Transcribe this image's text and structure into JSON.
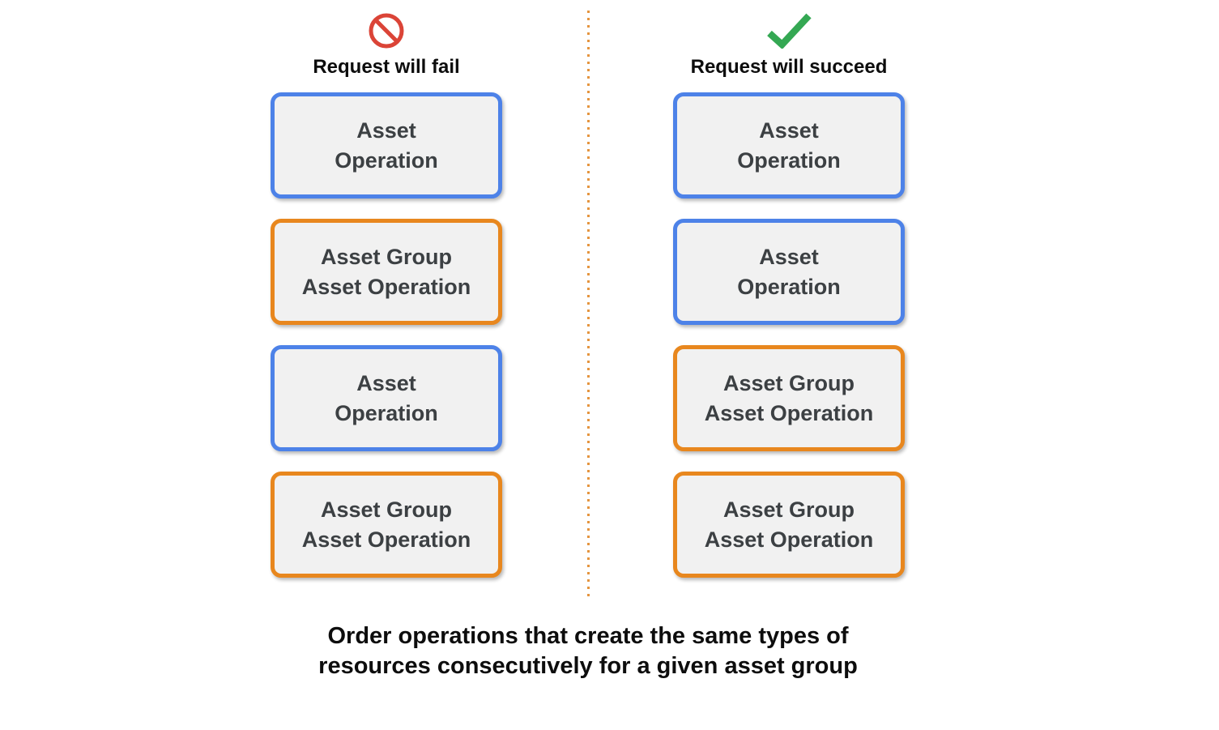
{
  "caption": "Order operations that create the same types of\nresources consecutively for a given asset group",
  "columns": [
    {
      "title": "Request will fail",
      "icon": "prohibition-icon",
      "boxes": [
        {
          "label": "Asset\nOperation",
          "type": "asset"
        },
        {
          "label": "Asset Group\nAsset Operation",
          "type": "asset-group"
        },
        {
          "label": "Asset\nOperation",
          "type": "asset"
        },
        {
          "label": "Asset Group\nAsset Operation",
          "type": "asset-group"
        }
      ]
    },
    {
      "title": "Request will succeed",
      "icon": "check-icon",
      "boxes": [
        {
          "label": "Asset\nOperation",
          "type": "asset"
        },
        {
          "label": "Asset\nOperation",
          "type": "asset"
        },
        {
          "label": "Asset Group\nAsset Operation",
          "type": "asset-group"
        },
        {
          "label": "Asset Group\nAsset Operation",
          "type": "asset-group"
        }
      ]
    }
  ],
  "colors": {
    "asset-border": "#4d82e8",
    "asset-group-border": "#e8871e",
    "fail-icon": "#db4437",
    "success-icon": "#34a853",
    "divider": "#e5953f",
    "box-bg": "#f1f1f1",
    "box-text": "#3c4043"
  }
}
